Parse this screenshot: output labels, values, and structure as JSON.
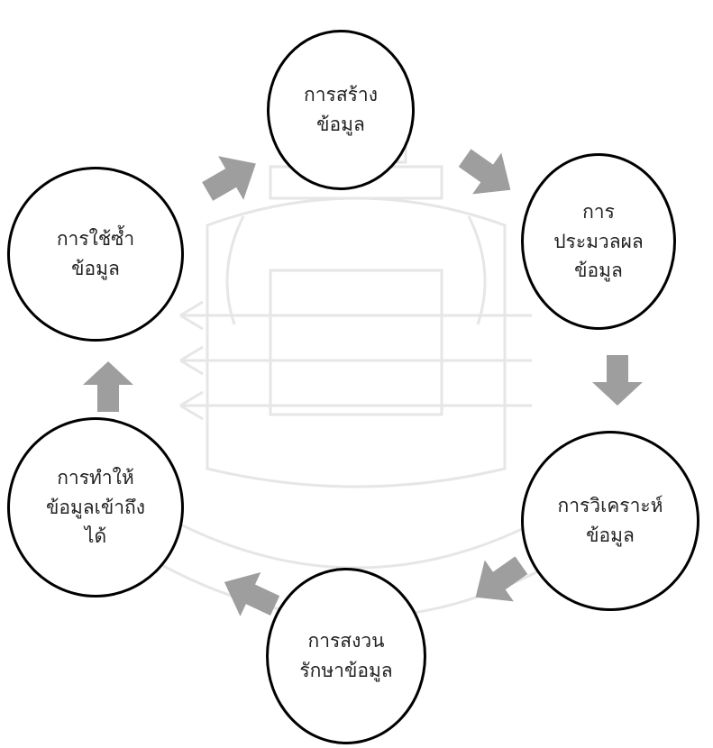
{
  "diagram": {
    "type": "cycle",
    "colors": {
      "arrow": "#9e9e9e",
      "circle_border": "#000000",
      "text": "#222222",
      "watermark": "#e6e6e6"
    },
    "nodes": [
      {
        "id": "create",
        "lines": [
          "การสร้าง",
          "ข้อมูล"
        ]
      },
      {
        "id": "process",
        "lines": [
          "การ",
          "ประมวลผล",
          "ข้อมูล"
        ]
      },
      {
        "id": "analyze",
        "lines": [
          "การวิเคราะห์",
          "ข้อมูล"
        ]
      },
      {
        "id": "preserve",
        "lines": [
          "การสงวน",
          "รักษาข้อมูล"
        ]
      },
      {
        "id": "access",
        "lines": [
          "การทำให้",
          "ข้อมูลเข้าถึง",
          "ได้"
        ]
      },
      {
        "id": "reuse",
        "lines": [
          "การใช้ซ้ำ",
          "ข้อมูล"
        ]
      }
    ],
    "flow": [
      "create",
      "process",
      "analyze",
      "preserve",
      "access",
      "reuse",
      "create"
    ]
  }
}
